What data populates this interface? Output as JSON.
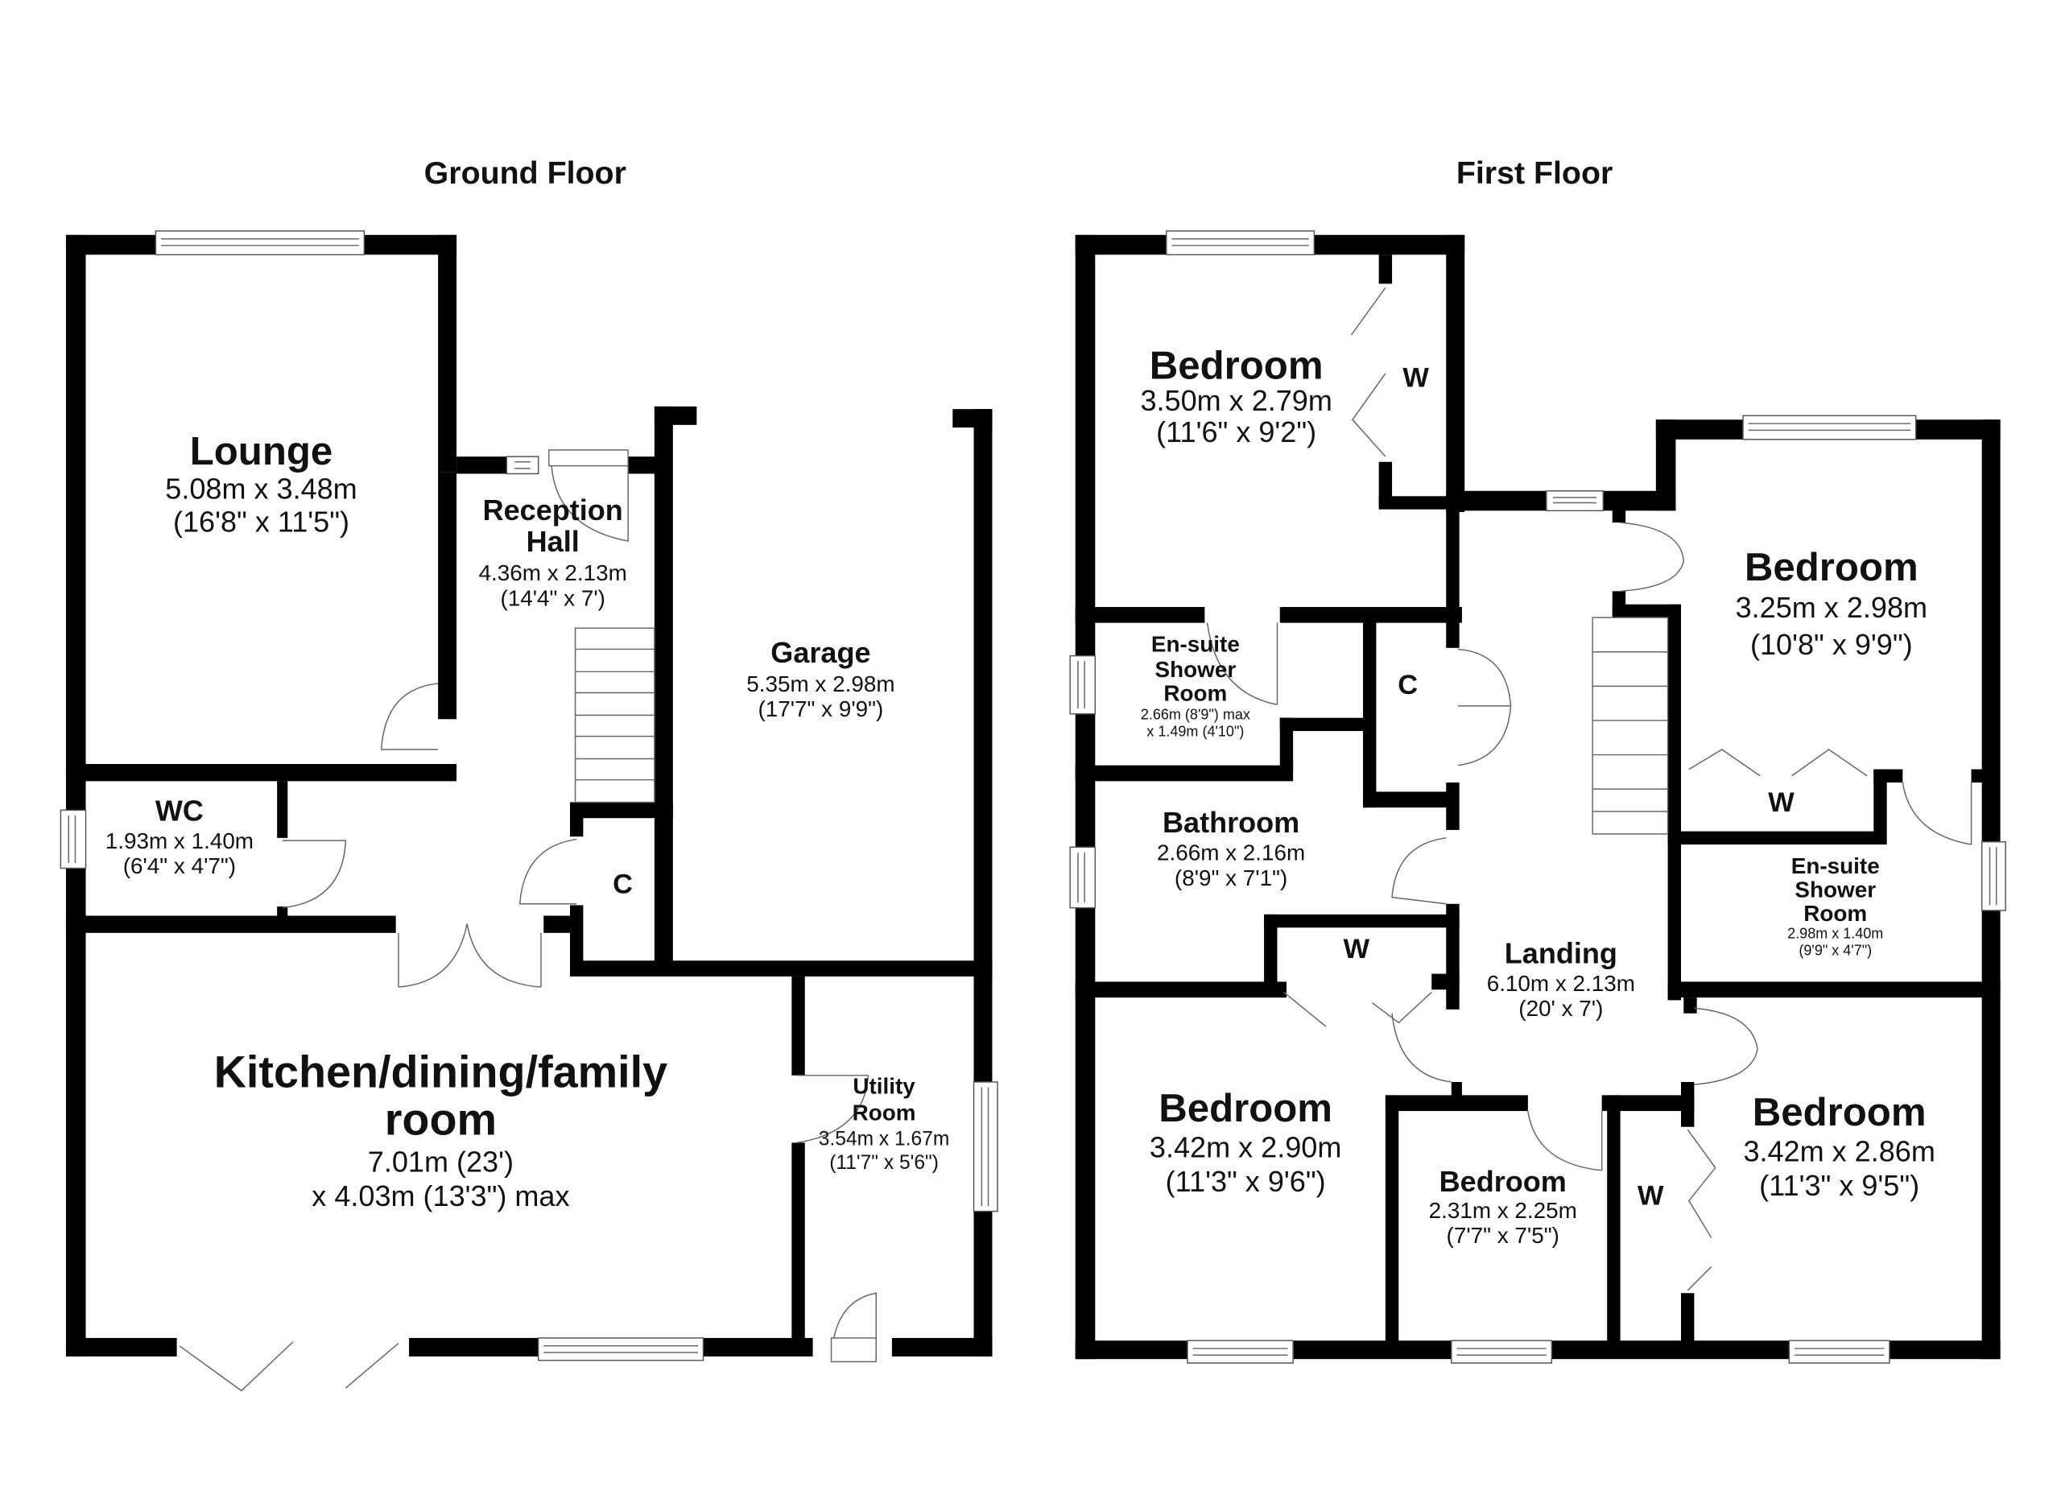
{
  "ground_floor": {
    "title": "Ground Floor",
    "rooms": {
      "lounge": {
        "name": "Lounge",
        "dim_m": "5.08m x 3.48m",
        "dim_ft": "(16'8\" x 11'5\")"
      },
      "reception_hall": {
        "name_line1": "Reception",
        "name_line2": "Hall",
        "dim_m": "4.36m x 2.13m",
        "dim_ft": "(14'4\" x 7')"
      },
      "garage": {
        "name": "Garage",
        "dim_m": "5.35m x 2.98m",
        "dim_ft": "(17'7\" x 9'9\")"
      },
      "wc": {
        "name": "WC",
        "dim_m": "1.93m x 1.40m",
        "dim_ft": "(6'4\" x 4'7\")"
      },
      "cupboard": {
        "name": "C"
      },
      "kitchen": {
        "name_line1": "Kitchen/dining/family",
        "name_line2": "room",
        "dim_line1": "7.01m (23')",
        "dim_line2": "x 4.03m (13'3\") max"
      },
      "utility": {
        "name_line1": "Utility",
        "name_line2": "Room",
        "dim_m": "3.54m x 1.67m",
        "dim_ft": "(11'7\" x 5'6\")"
      }
    }
  },
  "first_floor": {
    "title": "First Floor",
    "rooms": {
      "bedroom_nw": {
        "name": "Bedroom",
        "dim_m": "3.50m x 2.79m",
        "dim_ft": "(11'6\" x 9'2\")",
        "wardrobe": "W"
      },
      "ensuite_w": {
        "name_line1": "En-suite",
        "name_line2": "Shower",
        "name_line3": "Room",
        "dim_line1": "2.66m (8'9\") max",
        "dim_line2": "x 1.49m (4'10\")"
      },
      "cupboard": {
        "name": "C"
      },
      "bathroom": {
        "name": "Bathroom",
        "dim_m": "2.66m x 2.16m",
        "dim_ft": "(8'9\" x 7'1\")"
      },
      "wardrobe_mid": {
        "name": "W"
      },
      "landing": {
        "name": "Landing",
        "dim_m": "6.10m x 2.13m",
        "dim_ft": "(20' x 7')"
      },
      "bedroom_ne": {
        "name": "Bedroom",
        "dim_m": "3.25m x 2.98m",
        "dim_ft": "(10'8\" x 9'9\")",
        "wardrobe": "W"
      },
      "ensuite_e": {
        "name_line1": "En-suite",
        "name_line2": "Shower",
        "name_line3": "Room",
        "dim_m": "2.98m x 1.40m",
        "dim_ft": "(9'9\" x 4'7\")"
      },
      "bedroom_sw": {
        "name": "Bedroom",
        "dim_m": "3.42m x 2.90m",
        "dim_ft": "(11'3\" x 9'6\")"
      },
      "bedroom_s": {
        "name": "Bedroom",
        "dim_m": "2.31m x 2.25m",
        "dim_ft": "(7'7\" x 7'5\")"
      },
      "bedroom_se": {
        "name": "Bedroom",
        "dim_m": "3.42m x 2.86m",
        "dim_ft": "(11'3\" x 9'5\")",
        "wardrobe": "W"
      }
    }
  },
  "colors": {
    "wall": "#000000",
    "background": "#ffffff",
    "fixture_line": "#666666"
  }
}
